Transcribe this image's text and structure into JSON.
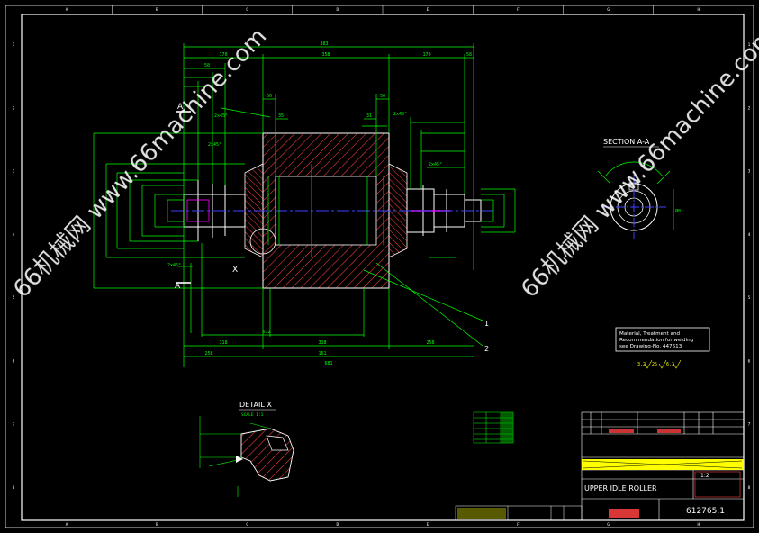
{
  "colors": {
    "background": "#000000",
    "frame": "#ffffff",
    "dimension": "#00ff00",
    "hatch": "#ff4040",
    "centerline": "#4040ff",
    "cyan": "#00ffff",
    "yellow": "#ffff00",
    "magenta": "#ff00ff",
    "watermark": "#ffffff"
  },
  "border": {
    "columns": [
      "A",
      "B",
      "C",
      "D",
      "E",
      "F",
      "G",
      "H"
    ],
    "rows": [
      "1",
      "2",
      "3",
      "4",
      "5",
      "6",
      "7",
      "8"
    ]
  },
  "watermark": {
    "left": "66机械网 www.66machine.com",
    "right": "66机械网 www.66machine.com"
  },
  "main_view": {
    "section_marks": [
      "A",
      "A"
    ],
    "detail_marker": "X",
    "callouts": [
      "1",
      "2"
    ],
    "dims_top": [
      "883",
      "170",
      "358",
      "170",
      "58",
      "50",
      "50",
      "58",
      "35",
      "31"
    ],
    "dims_bottom": [
      "318",
      "612",
      "318",
      "258",
      "161",
      "258",
      "681"
    ],
    "chamfers": [
      "2x45°",
      "2x45°",
      "2x45°",
      "2x45°",
      "2x45°"
    ]
  },
  "section_view": {
    "title": "SECTION  A-A",
    "dim": "Ø81"
  },
  "detail_view": {
    "title": "DETAIL  X",
    "scale": "SCALE  1:1"
  },
  "note": {
    "lines": [
      "Material, Treatment and",
      "Recommendation for welding",
      "see Drawing-No. 447613"
    ]
  },
  "surface": {
    "symbols": [
      "3.2",
      "25",
      "6.3"
    ]
  },
  "title_block": {
    "part_name": "UPPER IDLE ROLLER",
    "drawing_number": "612765.1",
    "scale": "1:2"
  }
}
